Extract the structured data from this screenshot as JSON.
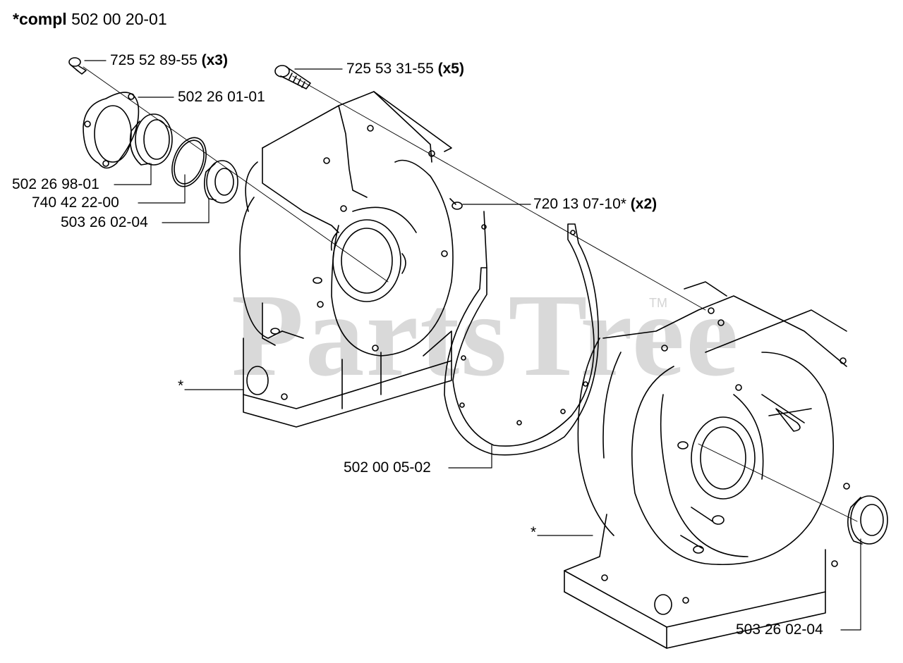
{
  "title": {
    "prefix": "*compl",
    "number": "502 00 20-01"
  },
  "watermark": {
    "text": "PartsTree",
    "mark": "TM"
  },
  "callouts": {
    "screw_small": {
      "number": "725 52 89-55",
      "qty": "(x3)"
    },
    "screw_long": {
      "number": "725 53 31-55",
      "qty": "(x5)"
    },
    "cover": {
      "number": "502 26 01-01"
    },
    "bearing_holder": {
      "number": "502 26 98-01"
    },
    "o_ring": {
      "number": "740 42 22-00"
    },
    "seal_left": {
      "number": "503 26 02-04"
    },
    "pin": {
      "number": "720 13 07-10*",
      "qty": "(x2)"
    },
    "gasket": {
      "number": "502 00 05-02"
    },
    "seal_right": {
      "number": "503 26 02-04"
    },
    "asterisk_left": {
      "text": "*"
    },
    "asterisk_right": {
      "text": "*"
    }
  }
}
